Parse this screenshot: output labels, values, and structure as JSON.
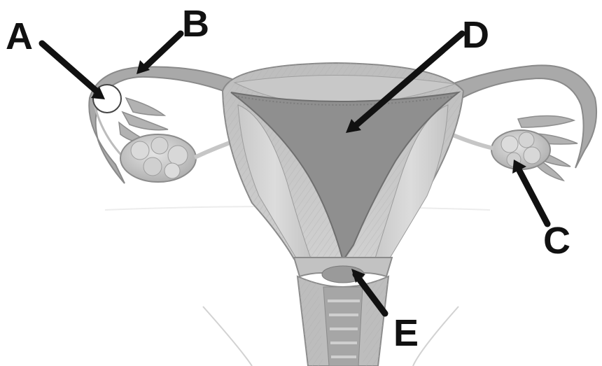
{
  "labels": {
    "a": "A",
    "b": "B",
    "c": "C",
    "d": "D",
    "e": "E"
  },
  "colors": {
    "background": "#ffffff",
    "tissue_dark": "#9a9a9a",
    "tissue_mid": "#b8b8b8",
    "tissue_light": "#d6d6d6",
    "cavity": "#8c8c8c",
    "ovary": "#cfcfcf",
    "arrow": "#111111",
    "marker_fill": "#ffffff"
  }
}
